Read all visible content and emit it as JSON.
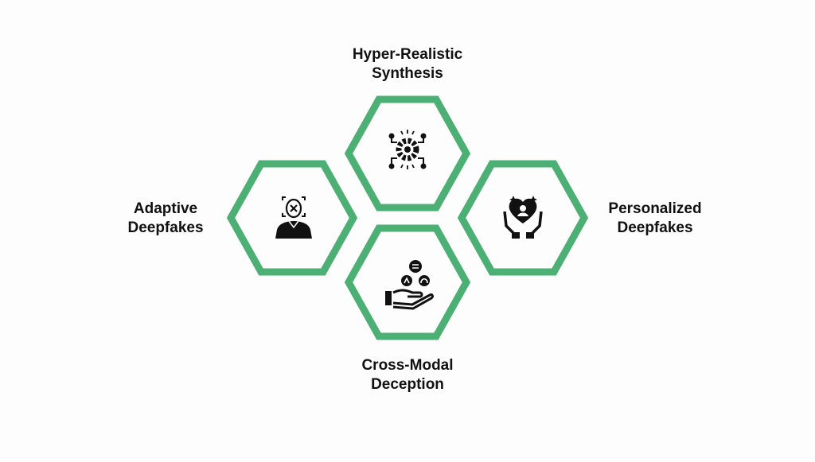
{
  "diagram": {
    "accent_color": "#4caf74",
    "icon_color": "#111111",
    "items": [
      {
        "id": "top",
        "line1": "Hyper-Realistic",
        "line2": "Synthesis",
        "icon": "gear-network-icon"
      },
      {
        "id": "left",
        "line1": "Adaptive",
        "line2": "Deepfakes",
        "icon": "face-scan-person-icon"
      },
      {
        "id": "right",
        "line1": "Personalized",
        "line2": "Deepfakes",
        "icon": "hands-heart-icon"
      },
      {
        "id": "bottom",
        "line1": "Cross-Modal",
        "line2": "Deception",
        "icon": "hand-media-icon"
      }
    ]
  }
}
